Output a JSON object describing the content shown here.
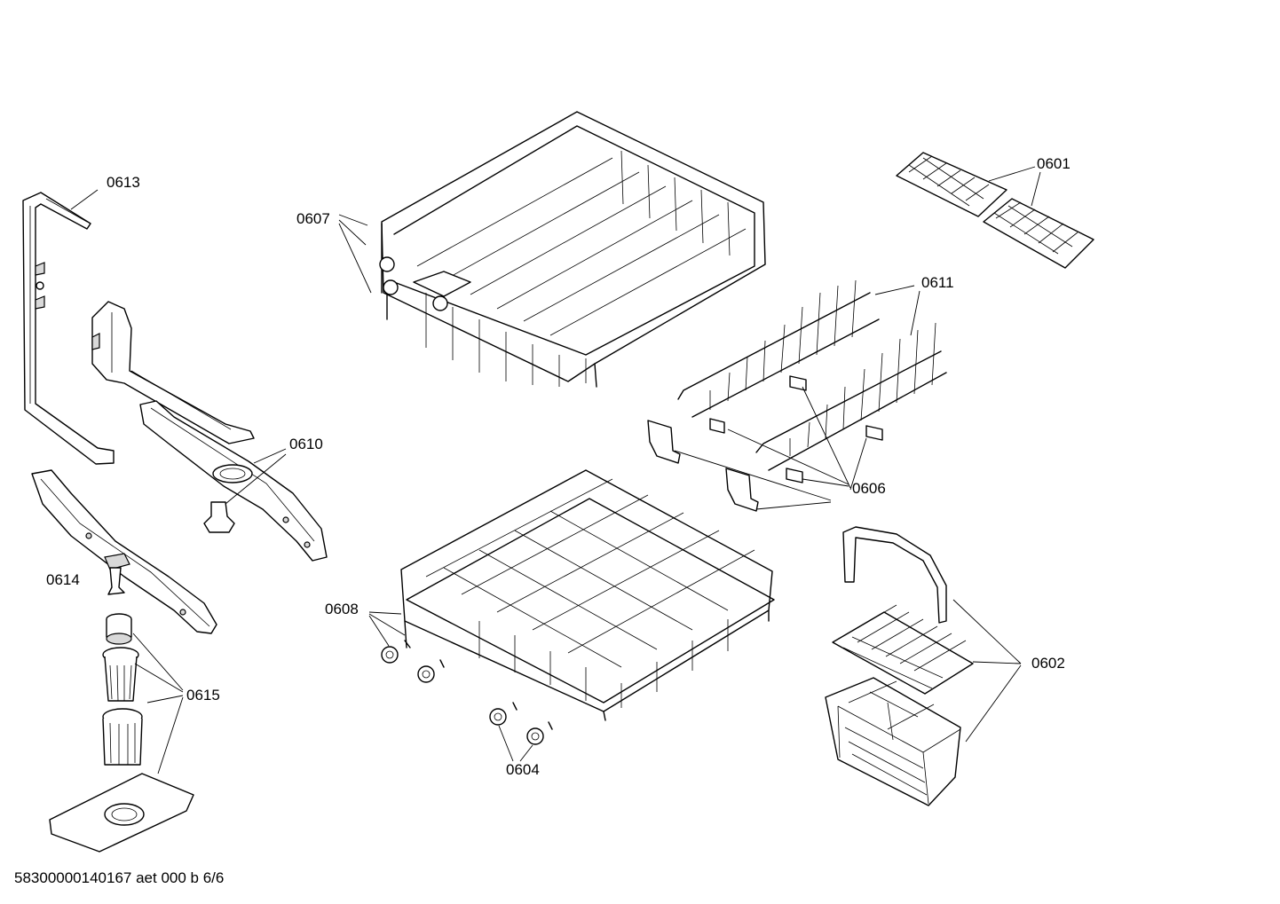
{
  "callouts": {
    "p0601": "0601",
    "p0602": "0602",
    "p0604": "0604",
    "p0606": "0606",
    "p0607": "0607",
    "p0608": "0608",
    "p0610": "0610",
    "p0611": "0611",
    "p0613": "0613",
    "p0614": "0614",
    "p0615": "0615"
  },
  "footer": {
    "document_id": "58300000140167 aet 000 b 6/6"
  }
}
